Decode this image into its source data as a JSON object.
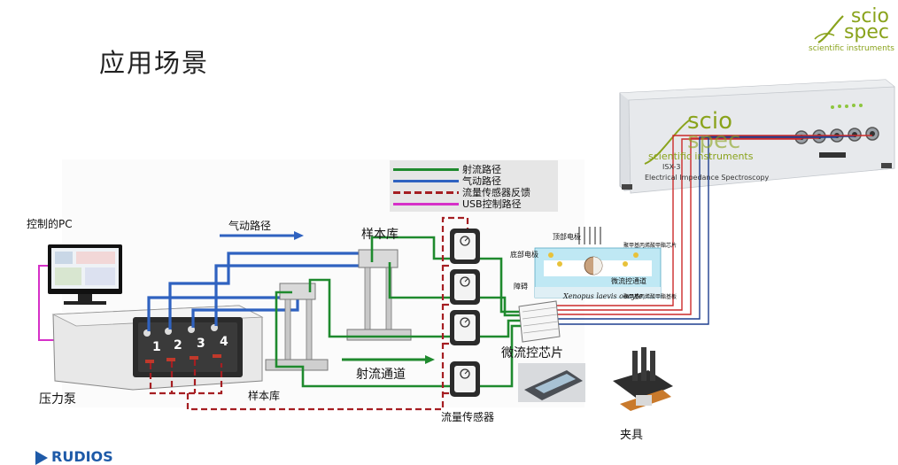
{
  "slide": {
    "title": "应用场景"
  },
  "brand": {
    "logo_line1": "scio",
    "logo_line2": "spec",
    "logo_tagline": "scientific instruments",
    "footer_logo": "RUDIOS"
  },
  "legend": {
    "items": [
      {
        "label": "射流路径",
        "color": "#1f8a2e",
        "style": "solid"
      },
      {
        "label": "气动路径",
        "color": "#2f62c0",
        "style": "solid"
      },
      {
        "label": "流量传感器反馈",
        "color": "#a51e22",
        "style": "dashed"
      },
      {
        "label": "USB控制路径",
        "color": "#d630c8",
        "style": "solid"
      }
    ]
  },
  "labels": {
    "pc": "控制的PC",
    "pneumatic_path": "气动路径",
    "sample_bank_top": "样本库",
    "sample_bank_bottom": "样本库",
    "jet_channel": "射流通道",
    "pressure_pump": "压力泵",
    "flow_sensor": "流量传感器",
    "microfluidic_chip": "微流控芯片",
    "fixture": "夹具"
  },
  "pump_channels": [
    "1",
    "2",
    "3",
    "4"
  ],
  "chip_diagram": {
    "top_electrode": "顶部电极",
    "bottom_electrode": "底部电极",
    "barrier": "障碍",
    "microchannel": "微流控通道",
    "oocyte": "Xenopus laevis oocyte",
    "note_top": "聚甲基丙烯酸甲酯芯片",
    "note_bottom": "聚甲基丙烯酸甲酯基板"
  },
  "instrument": {
    "brand_line1": "scio",
    "brand_line2": "spec",
    "brand_tagline": "scientific instruments",
    "model": "ISX-3",
    "product": "Electrical Impedance Spectroscopy"
  },
  "colors": {
    "jet": "#1f8a2e",
    "pneumatic": "#2f62c0",
    "flow_feedback": "#a51e22",
    "usb": "#d630c8",
    "brand_green": "#8aa31c"
  }
}
